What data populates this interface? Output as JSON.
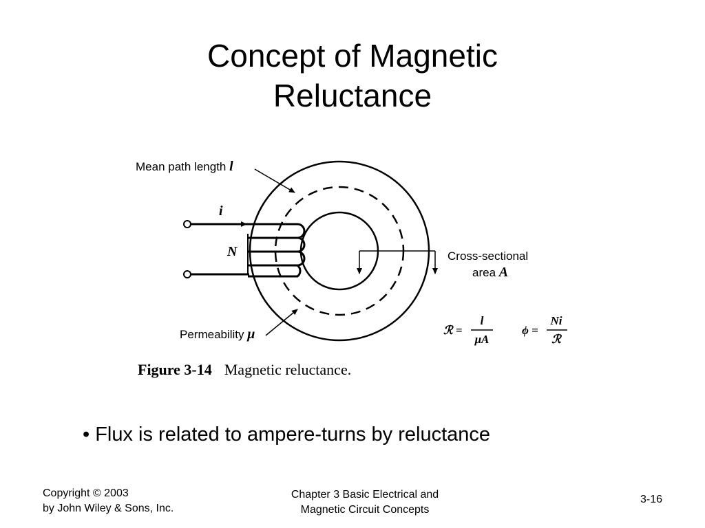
{
  "slide": {
    "title_line1": "Concept of Magnetic",
    "title_line2": "Reluctance",
    "bullet": "• Flux is related to ampere-turns by reluctance"
  },
  "figure": {
    "label_mean_path": "Mean path length",
    "var_l": "l",
    "label_current": "i",
    "label_turns": "N",
    "label_cross_line1": "Cross-sectional",
    "label_cross_line2": "area",
    "var_A": "A",
    "label_permeability": "Permeability",
    "var_mu": "μ",
    "caption_number": "Figure 3-14",
    "caption_text": "Magnetic reluctance.",
    "eq_reluctance_lhs": "ℛ =",
    "eq_reluctance_num": "l",
    "eq_reluctance_den": "μA",
    "eq_flux_lhs": "ϕ =",
    "eq_flux_num": "Ni",
    "eq_flux_den": "ℛ"
  },
  "footer": {
    "copyright_line1": "Copyright © 2003",
    "copyright_line2": "by John Wiley & Sons, Inc.",
    "chapter_line1": "Chapter 3 Basic Electrical and",
    "chapter_line2": "Magnetic Circuit Concepts",
    "page_number": "3-16"
  }
}
